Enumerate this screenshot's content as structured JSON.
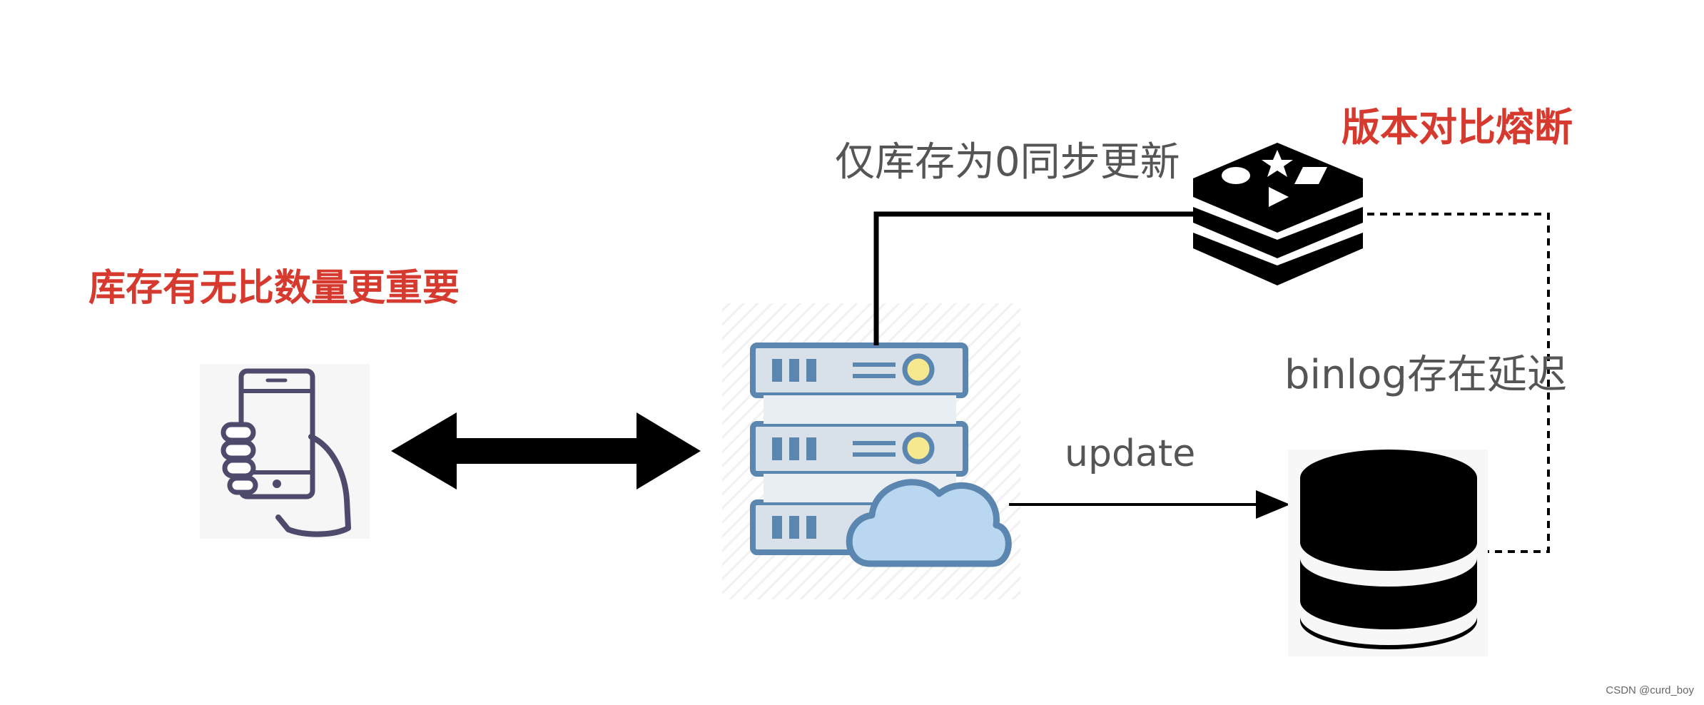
{
  "labels": {
    "inventory_priority": "库存有无比数量更重要",
    "version_breaker": "版本对比熔断",
    "sync_update": "仅库存为0同步更新",
    "binlog_delay": "binlog存在延迟",
    "update": "update"
  },
  "watermark": "CSDN @curd_boy",
  "colors": {
    "accent_red": "#d6392e",
    "server_blue": "#5b86b0",
    "cloud_blue": "#b9d7f0",
    "phone_purple": "#4e4a6b",
    "label_gray": "#555555"
  },
  "icons": [
    "phone-hand-icon",
    "server-cloud-icon",
    "redis-cache-icon",
    "database-icon"
  ]
}
